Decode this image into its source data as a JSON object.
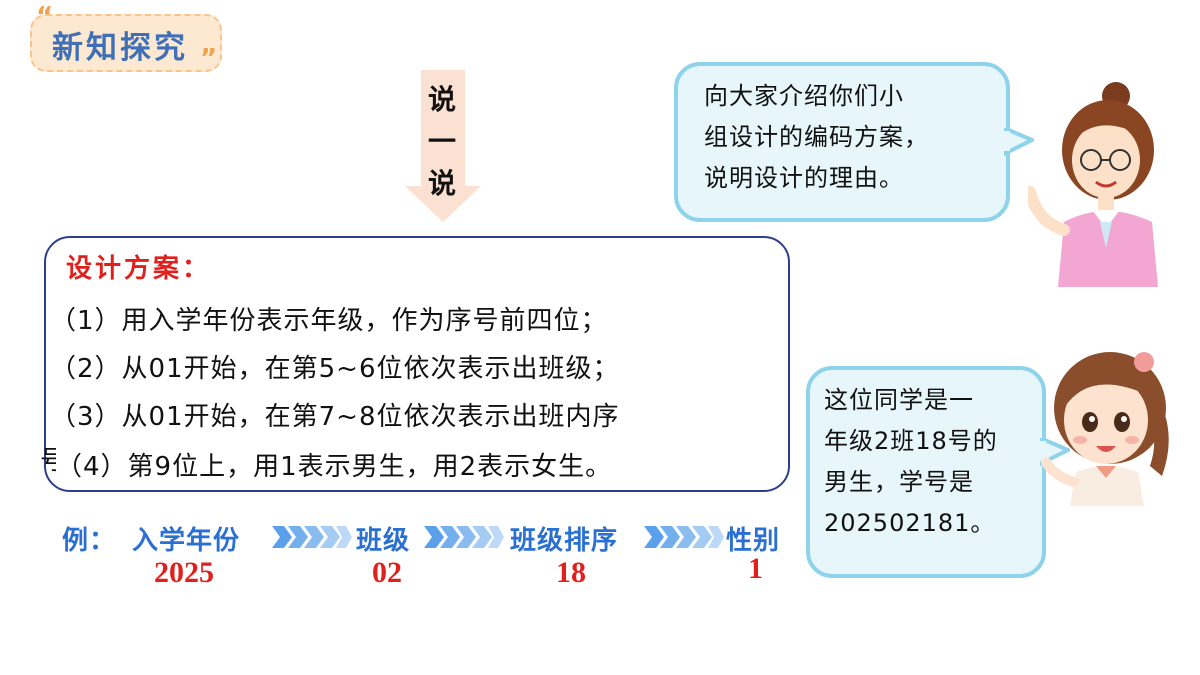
{
  "header": {
    "badge_text": "新知探究"
  },
  "say": [
    "说",
    "一",
    "说"
  ],
  "design": {
    "title": "设计方案：",
    "items": [
      "（1）用入学年份表示年级，作为序号前四位；",
      "（2）从01开始，在第5~6位依次表示出班级；",
      "（3）从01开始，在第7~8位依次表示出班内序",
      "号；",
      "（4）第9位上，用1表示男生，用2表示女生。"
    ]
  },
  "example": {
    "prefix": "例：",
    "labels": [
      "入学年份",
      "班级",
      "班级排序",
      "性别"
    ],
    "values": [
      "2025",
      "02",
      "18",
      "1"
    ]
  },
  "teacher_bubble": {
    "lines": [
      "向大家介绍你们小",
      "组设计的编码方案，",
      "说明设计的理由。"
    ]
  },
  "student_bubble": {
    "lines": [
      "这位同学是一",
      "年级2班18号的",
      "男生，学号是",
      "202502181。"
    ]
  },
  "colors": {
    "accent_blue": "#2a6fd1",
    "accent_red": "#e0201c",
    "bubble_border": "#8ed3ea",
    "box_border": "#2b3f8c"
  },
  "icons": [
    "teacher-illustration",
    "girl-illustration",
    "down-arrow-icon",
    "chevron-arrows-icon"
  ]
}
